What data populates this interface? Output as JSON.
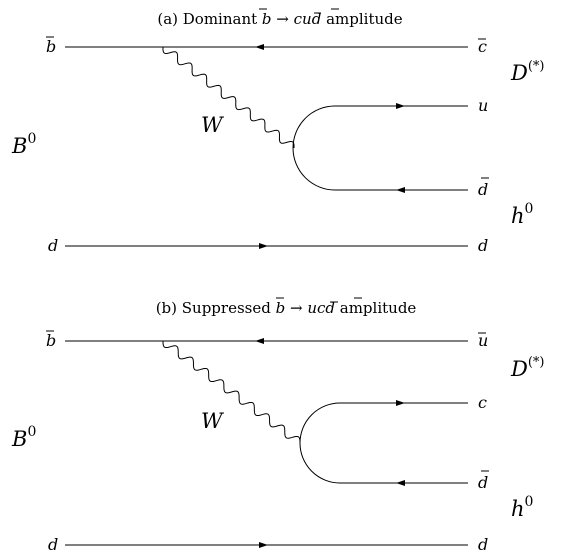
{
  "panels": [
    {
      "title": {
        "prefix": "(a) Dominant ",
        "q1": "b",
        "q1_bar": true,
        "arrow": " → ",
        "q2": "c",
        "q2_bar": true,
        "q3": "u",
        "q3_bar": false,
        "q4": "d",
        "q4_bar": true,
        "suffix": " amplitude"
      },
      "left_top": "b",
      "left_bottom": "d",
      "right_top": "c",
      "right_mid_top": "u",
      "right_mid_bottom": "d",
      "right_bottom": "d",
      "meson_left": "B",
      "meson_left_sup": "0",
      "meson_right_top": "D",
      "meson_right_top_sup": "(*)",
      "meson_right_bottom": "h",
      "meson_right_bottom_sup": "0",
      "boson": "W"
    },
    {
      "title": {
        "prefix": "(b) Suppressed ",
        "q1": "b",
        "q1_bar": true,
        "arrow": " → ",
        "q2": "u",
        "q2_bar": true,
        "q3": "c",
        "q3_bar": false,
        "q4": "d",
        "q4_bar": true,
        "suffix": " amplitude"
      },
      "left_top": "b",
      "left_bottom": "d",
      "right_top": "u",
      "right_mid_top": "c",
      "right_mid_bottom": "d",
      "right_bottom": "d",
      "meson_left": "B",
      "meson_left_sup": "0",
      "meson_right_top": "D",
      "meson_right_top_sup": "(*)",
      "meson_right_bottom": "h",
      "meson_right_bottom_sup": "0",
      "boson": "W"
    }
  ]
}
